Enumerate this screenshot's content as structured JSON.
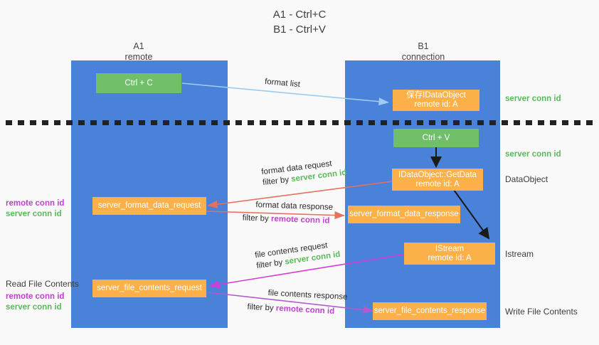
{
  "title": {
    "line1": "A1 - Ctrl+C",
    "line2": "B1 - Ctrl+V"
  },
  "colors": {
    "lane": "#4a81d9",
    "green_box": "#72bf6a",
    "orange_box": "#fcb04a",
    "green_text": "#5cb85c",
    "purple_text": "#c040d0",
    "arrow_lightblue": "#9ecbef",
    "arrow_red": "#e8705f",
    "arrow_magenta": "#d63bd6",
    "arrow_purple": "#b45ad0",
    "arrow_black": "#1a1a1a",
    "background": "#f9f9f9"
  },
  "columns": [
    {
      "name": "A1",
      "sub": "remote"
    },
    {
      "name": "B1",
      "sub": "connection"
    }
  ],
  "boxes": {
    "ctrl_c": {
      "line1": "Ctrl + C"
    },
    "save_idataobject": {
      "line1": "保存IDataObject",
      "line2": "remote id: A"
    },
    "ctrl_v": {
      "line1": "Ctrl + V"
    },
    "getdata": {
      "line1": "IDataObject::GetData",
      "line2": "remote id: A"
    },
    "format_data_request": {
      "line1": "server_format_data_request"
    },
    "format_data_response": {
      "line1": "server_format_data_response"
    },
    "istream": {
      "line1": "IStream",
      "line2": "remote id: A"
    },
    "file_contents_request": {
      "line1": "server_file_contents_request"
    },
    "file_contents_response": {
      "line1": "server_file_contents_response"
    }
  },
  "edge_labels": {
    "format_list": "format list",
    "format_data_request_l1": "format data request",
    "format_data_request_filter_prefix": "filter by ",
    "format_data_request_filter_key": "server conn id",
    "format_data_response_l1": "format data response",
    "format_data_response_filter_prefix": "filter by ",
    "format_data_response_filter_key": "remote conn id",
    "file_contents_request_l1": "file contents request",
    "file_contents_request_filter_prefix": "filter by ",
    "file_contents_request_filter_key": "server conn id",
    "file_contents_response_l1": "file contents response",
    "file_contents_response_filter_prefix": "filter by ",
    "file_contents_response_filter_key": "remote conn id"
  },
  "right_notes": {
    "server_conn_id_top": "server conn id",
    "server_conn_id_mid": "server conn id",
    "dataobject": "DataObject",
    "istream": "Istream",
    "write_file_contents": "Write File Contents"
  },
  "left_notes": {
    "remote_conn_id_upper": "remote conn id",
    "server_conn_id_upper": "server conn id",
    "read_file_contents": "Read File Contents",
    "remote_conn_id_lower": "remote conn id",
    "server_conn_id_lower": "server conn id"
  }
}
